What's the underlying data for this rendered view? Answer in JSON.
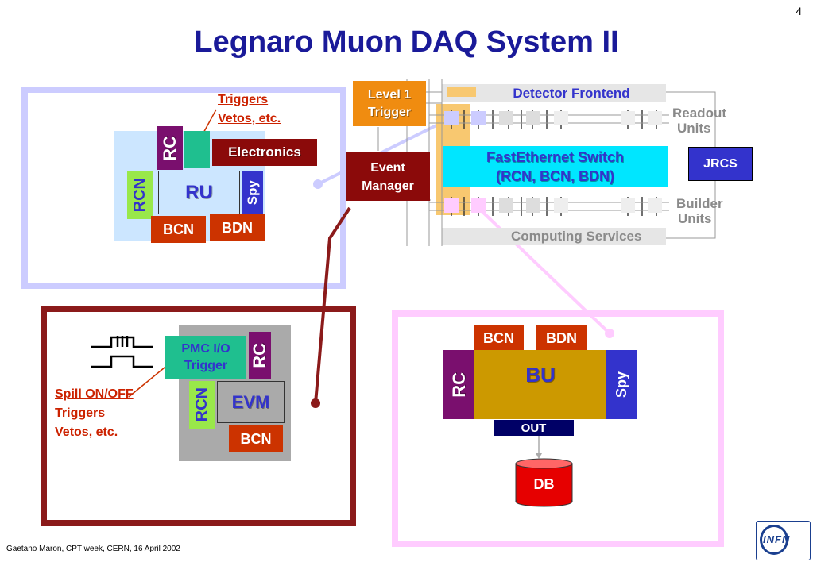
{
  "page_number": "4",
  "title": "Legnaro Muon DAQ System II",
  "footer": "Gaetano Maron, CPT week, CERN, 16 April 2002",
  "logo_text": "INFN",
  "ru_panel": {
    "triggers_note": [
      "Triggers",
      "Vetos, etc."
    ],
    "rc": "RC",
    "electronics": "Electronics",
    "rcn": "RCN",
    "ru": "RU",
    "spy": "Spy",
    "bcn": "BCN",
    "bdn": "BDN"
  },
  "evm_panel": {
    "pmc_io": "PMC I/O",
    "trigger": "Trigger",
    "rc": "RC",
    "rcn": "RCN",
    "evm": "EVM",
    "bcn": "BCN",
    "spill_note": [
      "Spill ON/OFF",
      "Triggers",
      "Vetos, etc."
    ]
  },
  "bu_panel": {
    "bcn": "BCN",
    "bdn": "BDN",
    "rc": "RC",
    "bu": "BU",
    "spy": "Spy",
    "out": "OUT",
    "db": "DB"
  },
  "daq_overview": {
    "level1_trigger": [
      "Level 1",
      "Trigger"
    ],
    "event_manager": [
      "Event",
      "Manager"
    ],
    "detector_frontend": "Detector Frontend",
    "readout_units": [
      "Readout",
      "Units"
    ],
    "switch": [
      "FastEthernet Switch",
      "(RCN, BCN, BDN)"
    ],
    "jrcs": "JRCS",
    "builder_units": [
      "Builder",
      "Units"
    ],
    "computing_services": "Computing Services"
  },
  "colors": {
    "title": "#1a1a99",
    "purple": "#7a0f6e",
    "teal": "#1fbf8f",
    "darkred": "#8b0a0a",
    "lime": "#99e84a",
    "lightblue": "#cce6ff",
    "navy": "#3333cc",
    "orange": "#cc3300",
    "gold": "#cc9900",
    "cyan": "#00e6ff",
    "level1": "#f08c10",
    "panel_lavender": "#ccccff",
    "panel_maroon": "#8b1a1a",
    "panel_pink": "#ffccff"
  }
}
